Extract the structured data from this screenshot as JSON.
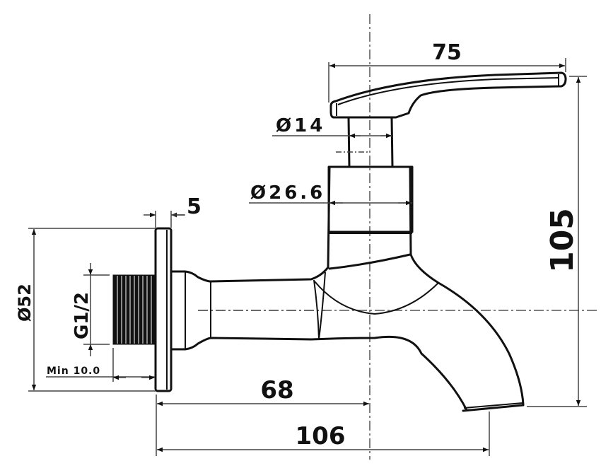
{
  "drawing": {
    "subject": "wall-mounted bib tap technical drawing",
    "dimensions": {
      "handle_length": "75",
      "stem_diameter": "Ø14",
      "body_diameter": "Ø26.6",
      "flange_thickness": "5",
      "flange_diameter": "Ø52",
      "thread_size": "G1/2",
      "min_thread_length": "Min 10.0",
      "wall_to_axis": "68",
      "overall_length": "106",
      "overall_height": "105"
    },
    "colors": {
      "line": "#111111",
      "dimension_line": "#444444",
      "centerline": "#555555",
      "background": "#ffffff"
    }
  }
}
